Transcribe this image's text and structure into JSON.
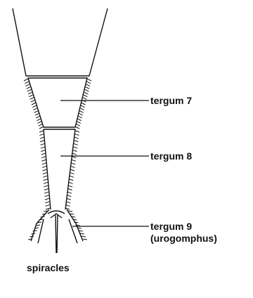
{
  "labels": {
    "tergum7": "tergum 7",
    "tergum8": "tergum 8",
    "tergum9_line1": "tergum 9",
    "tergum9_line2": "(urogomphus)",
    "spiracles": "spiracles"
  }
}
